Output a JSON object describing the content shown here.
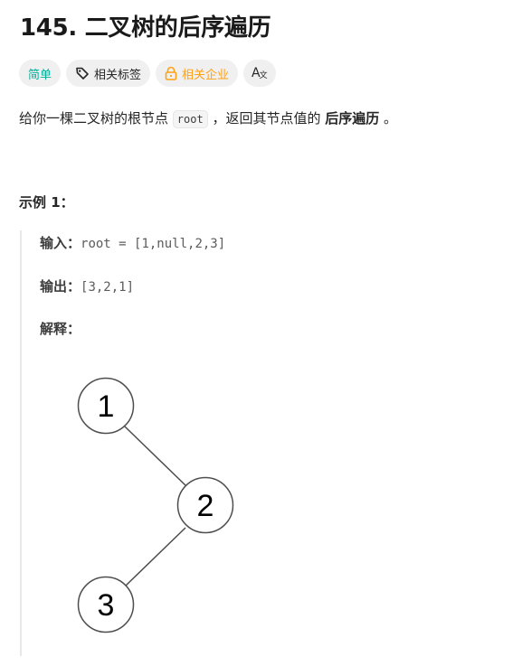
{
  "problem": {
    "title": "145. 二叉树的后序遍历"
  },
  "tags": {
    "difficulty": "简单",
    "related_tags": "相关标签",
    "related_companies": "相关企业",
    "translate": "A",
    "translate_small": "文"
  },
  "description": {
    "part1": "给你一棵二叉树的根节点 ",
    "code": "root",
    "part2": " ，返回其节点值的 ",
    "bold": "后序遍历",
    "part3": " 。"
  },
  "example": {
    "title": "示例 1：",
    "input_label": "输入：",
    "input_value": "root = [1,null,2,3]",
    "output_label": "输出：",
    "output_value": "[3,2,1]",
    "explain_label": "解释："
  },
  "tree": {
    "nodes": [
      "1",
      "2",
      "3"
    ]
  },
  "colors": {
    "easy": "#00af9b",
    "company": "#ffa116",
    "tag_bg": "#f0f0f0"
  }
}
